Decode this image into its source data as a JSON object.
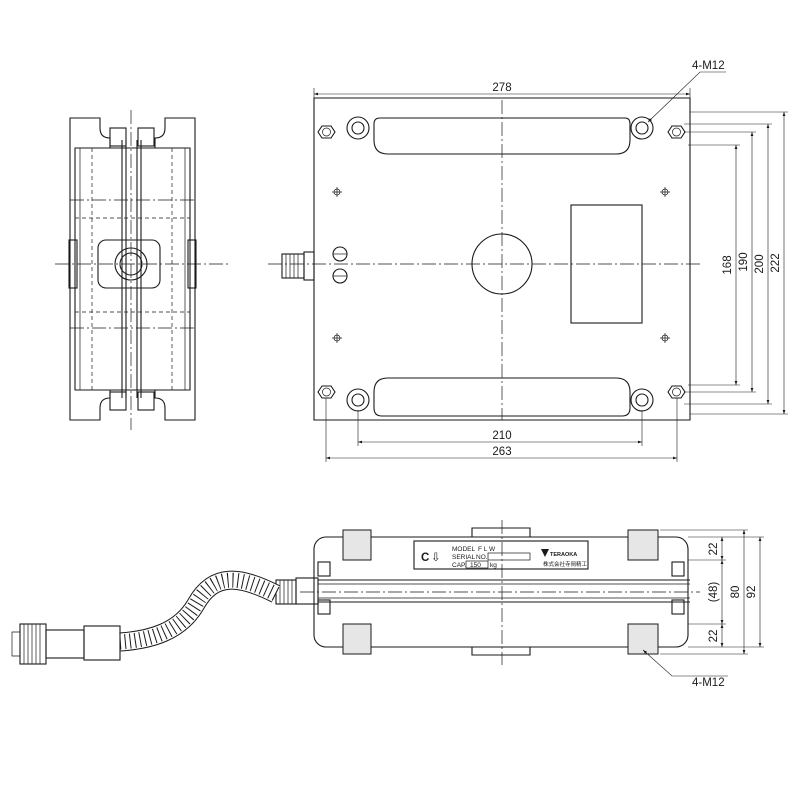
{
  "plan_view": {
    "dim_width_top": "278",
    "dim_bolt_spacing": "210",
    "dim_width_bottom": "263",
    "dim_h1": "168",
    "dim_h2": "190",
    "dim_h3": "200",
    "dim_h4": "222",
    "thread_callout": "4-M12"
  },
  "front_view": {
    "dim_top": "22",
    "dim_mid": "(48)",
    "dim_bottom": "22",
    "dim_total_inner": "80",
    "dim_total": "92",
    "thread_callout": "4-M12"
  },
  "nameplate": {
    "model_label": "MODEL",
    "model_value": "F L W",
    "serial_label": "SERIAL",
    "serial_no_label": "NO.",
    "cap_label": "CAP.",
    "cap_value": "150",
    "cap_unit": "kg",
    "mark_c": "C",
    "maker_logo": "TERAOKA",
    "maker_name": "株式会社寺岡精工"
  }
}
